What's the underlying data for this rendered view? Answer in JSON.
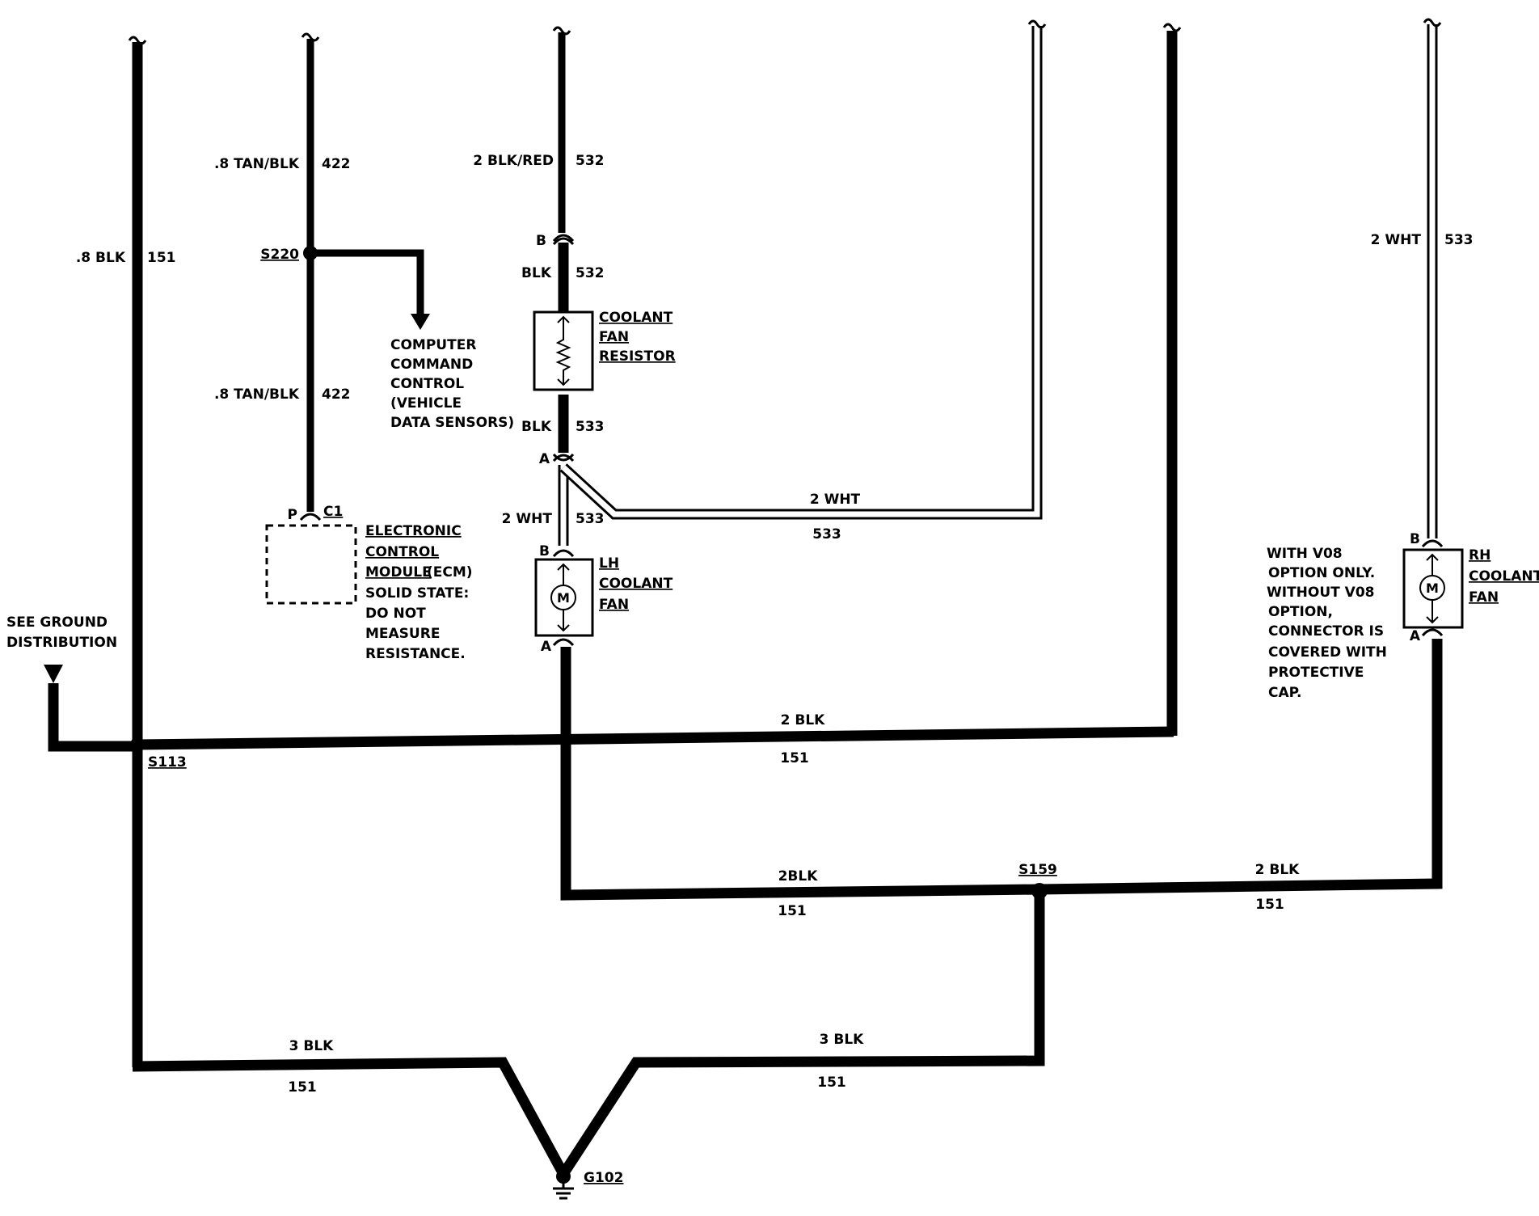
{
  "wires": {
    "w151_left": {
      "gauge": ".8 BLK",
      "circuit": "151"
    },
    "w422_top": {
      "gauge": ".8 TAN/BLK",
      "circuit": "422"
    },
    "w422_bot": {
      "gauge": ".8 TAN/BLK",
      "circuit": "422"
    },
    "w532_top": {
      "gauge": "2 BLK/RED",
      "circuit": "532"
    },
    "w532_mid": {
      "gauge": "BLK",
      "circuit": "532"
    },
    "w533_res": {
      "gauge": "BLK",
      "circuit": "533"
    },
    "w533_lh": {
      "gauge": "2 WHT",
      "circuit": "533"
    },
    "w533_branch": {
      "gauge": "2 WHT",
      "circuit": "533"
    },
    "w533_rh": {
      "gauge": "2 WHT",
      "circuit": "533"
    },
    "w151_ground_h": {
      "gauge": "2 BLK",
      "circuit": "151"
    },
    "w151_s159_left": {
      "gauge": "2BLK",
      "circuit": "151"
    },
    "w151_s159_right": {
      "gauge": "2 BLK",
      "circuit": "151"
    },
    "w151_bottom_left": {
      "gauge": "3 BLK",
      "circuit": "151"
    },
    "w151_bottom_right": {
      "gauge": "3 BLK",
      "circuit": "151"
    }
  },
  "splices": {
    "s220": "S220",
    "s113": "S113",
    "s159": "S159"
  },
  "ground": {
    "label": "G102"
  },
  "connectors": {
    "b": "B",
    "a": "A",
    "p": "P",
    "c1": "C1"
  },
  "components": {
    "resistor": [
      "COOLANT",
      "FAN",
      "RESISTOR"
    ],
    "lh_fan": [
      "LH",
      "COOLANT",
      "FAN"
    ],
    "rh_fan": [
      "RH",
      "COOLANT",
      "FAN"
    ],
    "ecm_title": [
      "ELECTRONIC",
      "CONTROL",
      "MODULE"
    ],
    "ecm_abbr": "(ECM)",
    "ecm_note": [
      "SOLID STATE:",
      "DO NOT",
      "MEASURE",
      "RESISTANCE."
    ],
    "motor_symbol": "M"
  },
  "notes": {
    "ccc": [
      "COMPUTER",
      "COMMAND",
      "CONTROL",
      "(VEHICLE",
      "DATA SENSORS)"
    ],
    "ground_dist": [
      "SEE GROUND",
      "DISTRIBUTION"
    ],
    "v08": [
      "WITH V08",
      "OPTION ONLY.",
      "WITHOUT V08",
      "OPTION,",
      "CONNECTOR IS",
      "COVERED WITH",
      "PROTECTIVE",
      "CAP."
    ]
  }
}
